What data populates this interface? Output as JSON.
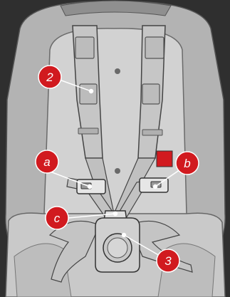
{
  "callouts": [
    {
      "key": "2",
      "label": "2"
    },
    {
      "key": "a",
      "label": "a"
    },
    {
      "key": "b",
      "label": "b"
    },
    {
      "key": "c",
      "label": "c"
    },
    {
      "key": "3",
      "label": "3"
    }
  ],
  "colors": {
    "background": "#2f2f2f",
    "seat_shell": "#b7b7b7",
    "seat_pad": "#d0d0d0",
    "strap": "#c4c4c4",
    "strap_outline": "#4a4a4a",
    "callout_fill": "#d11a1f",
    "callout_text": "#ffffff",
    "leader_line": "#ffffff"
  }
}
